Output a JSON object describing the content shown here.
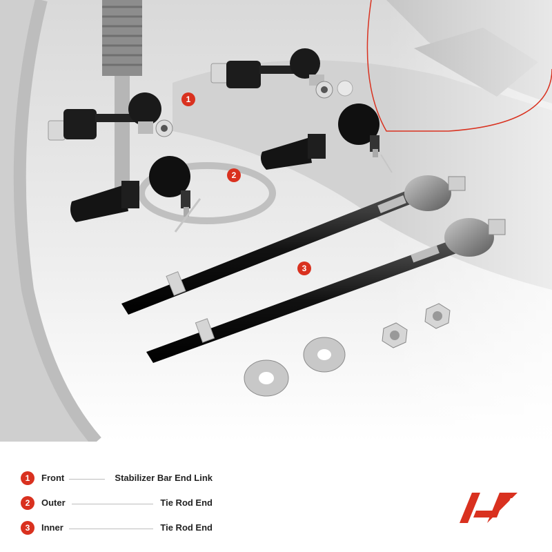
{
  "colors": {
    "accent": "#d9311f",
    "text": "#222222",
    "rule": "#bdbdbd"
  },
  "image": {
    "subject": "steering and suspension kit",
    "background": "car front suspension, faded"
  },
  "callouts": [
    {
      "number": "1"
    },
    {
      "number": "2"
    },
    {
      "number": "3"
    }
  ],
  "legend": [
    {
      "number": "1",
      "position": "Front",
      "part": "Stabilizer Bar End Link"
    },
    {
      "number": "2",
      "position": "Outer",
      "part": "Tie Rod End"
    },
    {
      "number": "3",
      "position": "Inner",
      "part": "Tie Rod End"
    }
  ],
  "logo": {
    "icon": "brand-logo-icon"
  }
}
